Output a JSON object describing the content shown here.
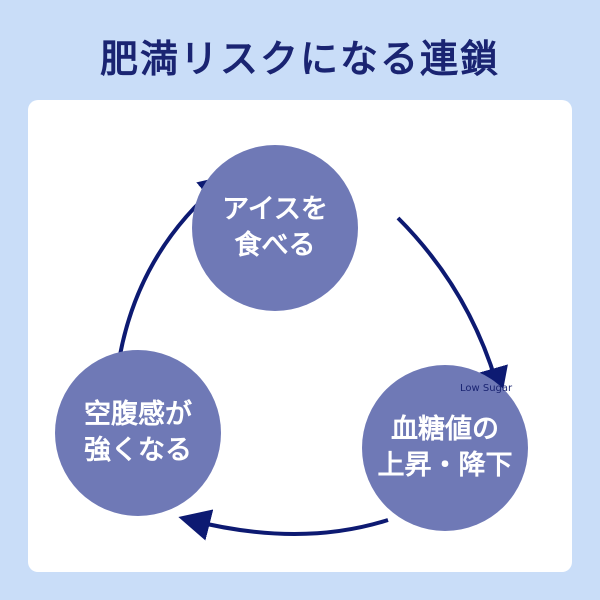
{
  "title": "肥満リスクになる連鎖",
  "nodes": [
    {
      "line1": "アイスを",
      "line2": "食べる"
    },
    {
      "line1": "血糖値の",
      "line2": "上昇・降下",
      "illustration_text": "Low Sugar"
    },
    {
      "line1": "空腹感が",
      "line2": "強くなる"
    }
  ],
  "colors": {
    "background": "#c9ddf8",
    "node": "#6f79b6",
    "arrow": "#0d1a72",
    "title": "#1a2472"
  }
}
